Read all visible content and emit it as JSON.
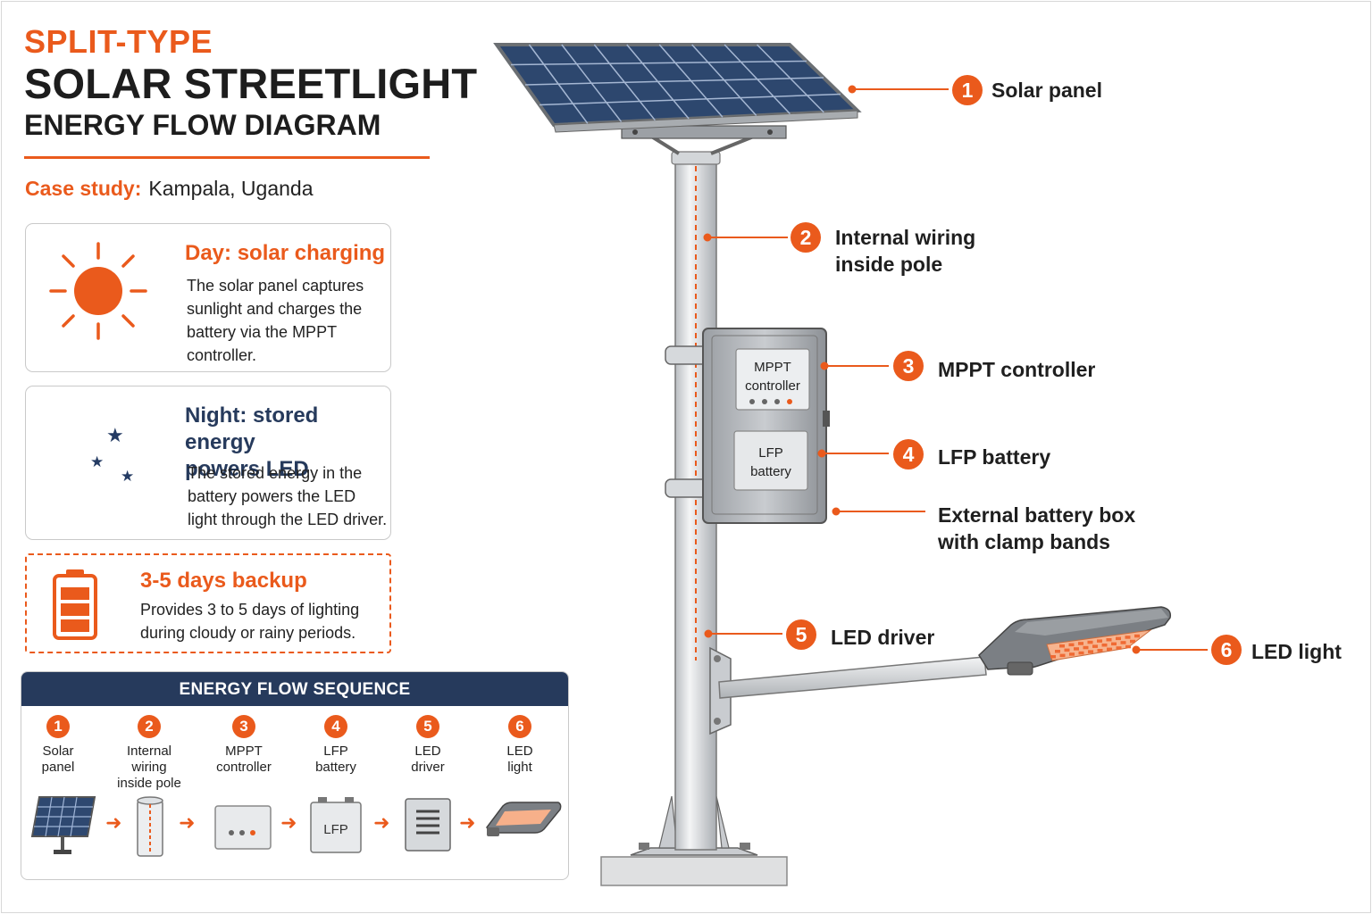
{
  "header": {
    "title_top": "SPLIT-TYPE",
    "title_main": "SOLAR STREETLIGHT",
    "title_sub": "ENERGY FLOW DIAGRAM",
    "case_label": "Case study:",
    "case_value": "Kampala, Uganda"
  },
  "cards": {
    "day": {
      "title": "Day: solar charging",
      "lines": [
        "The solar panel captures",
        "sunlight and charges the",
        "battery via the MPPT",
        "controller."
      ]
    },
    "night": {
      "title_lines": [
        "Night: stored energy",
        "powers LED"
      ],
      "lines": [
        "The stored energy in the",
        "battery powers the LED",
        "light through the LED driver."
      ]
    },
    "backup": {
      "title": "3-5 days backup",
      "lines": [
        "Provides 3 to 5 days of lighting",
        "during cloudy or rainy periods."
      ]
    }
  },
  "sequence": {
    "heading": "ENERGY FLOW SEQUENCE",
    "steps": [
      {
        "num": "1",
        "lines": [
          "Solar",
          "panel"
        ],
        "icon": "solar-panel-icon"
      },
      {
        "num": "2",
        "lines": [
          "Internal",
          "wiring",
          "inside pole"
        ],
        "icon": "pole-wiring-icon"
      },
      {
        "num": "3",
        "lines": [
          "MPPT",
          "controller"
        ],
        "icon": "controller-icon"
      },
      {
        "num": "4",
        "lines": [
          "LFP",
          "battery"
        ],
        "icon": "battery-icon",
        "icon_text": "LFP"
      },
      {
        "num": "5",
        "lines": [
          "LED",
          "driver"
        ],
        "icon": "driver-icon"
      },
      {
        "num": "6",
        "lines": [
          "LED",
          "light"
        ],
        "icon": "led-light-icon"
      }
    ]
  },
  "diagram": {
    "box_controller_lines": [
      "MPPT",
      "controller"
    ],
    "box_battery_lines": [
      "LFP",
      "battery"
    ]
  },
  "callouts": [
    {
      "num": "1",
      "lines": [
        "Solar panel"
      ]
    },
    {
      "num": "2",
      "lines": [
        "Internal wiring",
        "inside pole"
      ]
    },
    {
      "num": "3",
      "lines": [
        "MPPT controller"
      ]
    },
    {
      "num": "4",
      "lines": [
        "LFP battery"
      ]
    },
    {
      "num": "",
      "lines": [
        "External battery box",
        "with clamp bands"
      ]
    },
    {
      "num": "5",
      "lines": [
        "LED driver"
      ]
    },
    {
      "num": "6",
      "lines": [
        "LED light"
      ]
    }
  ],
  "colors": {
    "accent": "#ea5a1c",
    "navy": "#263a5c",
    "panel_cell": "#2e4870",
    "steel": "#d7d9dc"
  }
}
